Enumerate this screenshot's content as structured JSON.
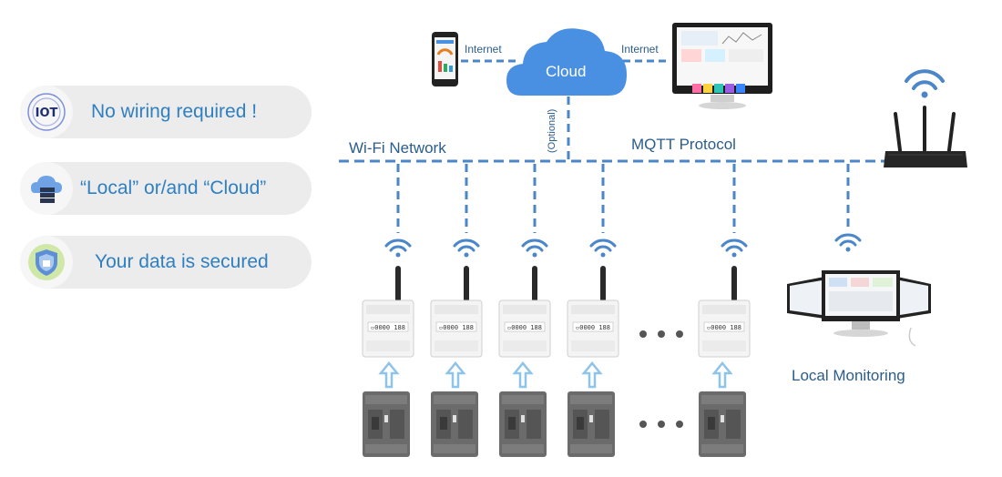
{
  "features": [
    {
      "icon": "iot-icon",
      "iot_text": "IOT",
      "label": "No wiring required !"
    },
    {
      "icon": "cloud-server-icon",
      "label": "“Local” or/and “Cloud”"
    },
    {
      "icon": "shield-icon",
      "label": "Your data is secured"
    }
  ],
  "network": {
    "wifi_label": "Wi-Fi Network",
    "mqtt_label": "MQTT Protocol",
    "cloud_label": "Cloud",
    "internet_left": "Internet",
    "internet_right": "Internet",
    "optional_label": "(Optional)",
    "local_monitoring": "Local Monitoring"
  },
  "colors": {
    "accent": "#2f7fc1",
    "line": "#4a86c8",
    "cloud": "#4a90e2",
    "arrow": "#8ec3ea"
  }
}
